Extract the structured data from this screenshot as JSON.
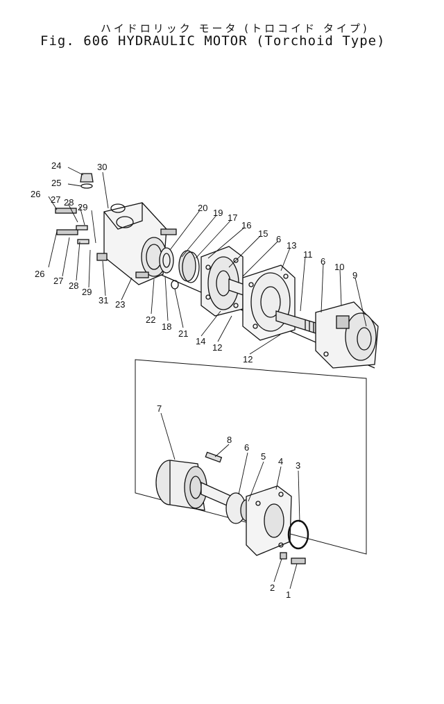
{
  "title": {
    "japanese": "ハイドロリック モータ (トロコイド タイプ)",
    "english": "Fig. 606 HYDRAULIC MOTOR (Torchoid Type)"
  },
  "callouts": [
    "24",
    "30",
    "25",
    "26",
    "27",
    "28",
    "29",
    "20",
    "19",
    "17",
    "16",
    "15",
    "6",
    "13",
    "11",
    "6",
    "10",
    "9",
    "26",
    "27",
    "28",
    "29",
    "31",
    "23",
    "22",
    "18",
    "21",
    "14",
    "12",
    "12",
    "7",
    "8",
    "6",
    "5",
    "4",
    "3",
    "2",
    "1"
  ]
}
